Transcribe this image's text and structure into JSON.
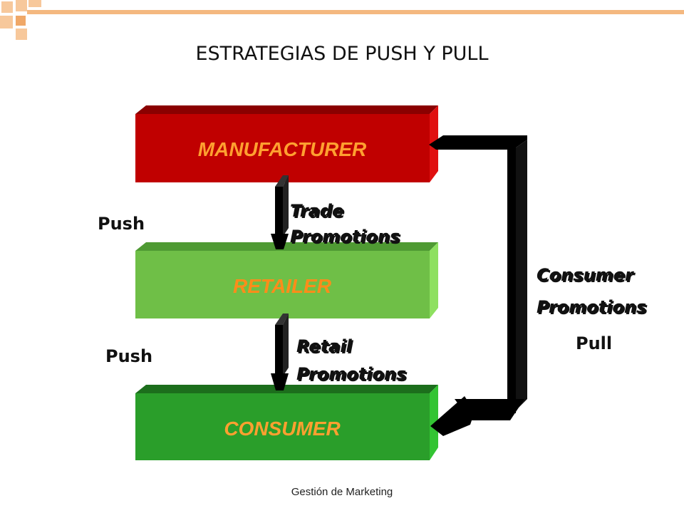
{
  "slide": {
    "title": "ESTRATEGIAS DE PUSH Y PULL",
    "footer": "Gestión de Marketing"
  },
  "diagram": {
    "boxes": {
      "manufacturer": "MANUFACTURER",
      "retailer": "RETAILER",
      "consumer": "CONSUMER"
    },
    "push_top": "Push",
    "push_bottom": "Push",
    "trade_promotions": [
      "Trade",
      "Promotions"
    ],
    "retail_promotions": [
      "Retail",
      "Promotions"
    ],
    "consumer_promotions": [
      "Consumer",
      "Promotions"
    ],
    "pull": "Pull"
  },
  "colors": {
    "manufacturer_box": "#c00000",
    "manufacturer_text": "#ffa030",
    "retailer_box": "#6fbf47",
    "retailer_text": "#ff8c1a",
    "consumer_box": "#2a9e2a",
    "consumer_text": "#ffa030",
    "accent_squares": "#f4b880"
  }
}
